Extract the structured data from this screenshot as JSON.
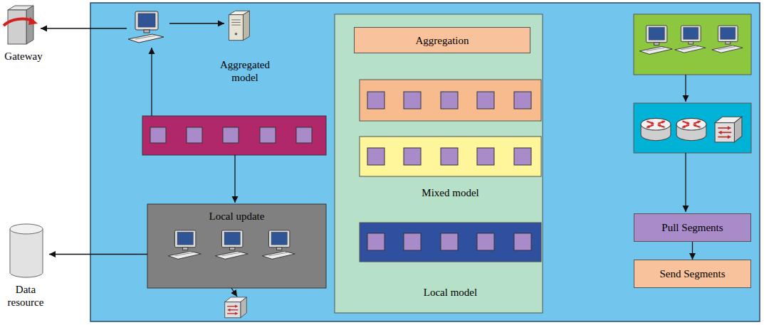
{
  "diagram": {
    "nodes": [
      {
        "text": [
          "Gateway"
        ]
      },
      {
        "text": [
          "Aggregated model"
        ]
      },
      {
        "text": [
          "Aggregation"
        ]
      },
      {
        "text": [
          "Mixed model"
        ]
      },
      {
        "text": [
          "Local update"
        ]
      },
      {
        "text": [
          "Data resource"
        ]
      },
      {
        "text": [
          "Local model"
        ]
      },
      {
        "text": [
          "Pull Segments"
        ]
      },
      {
        "text": [
          "Send Segments"
        ]
      }
    ],
    "edges": [
      {
        "from": 4,
        "to": 5,
        "arrow": "to"
      },
      {
        "from": 7,
        "to": 8,
        "arrow": "to"
      }
    ]
  }
}
